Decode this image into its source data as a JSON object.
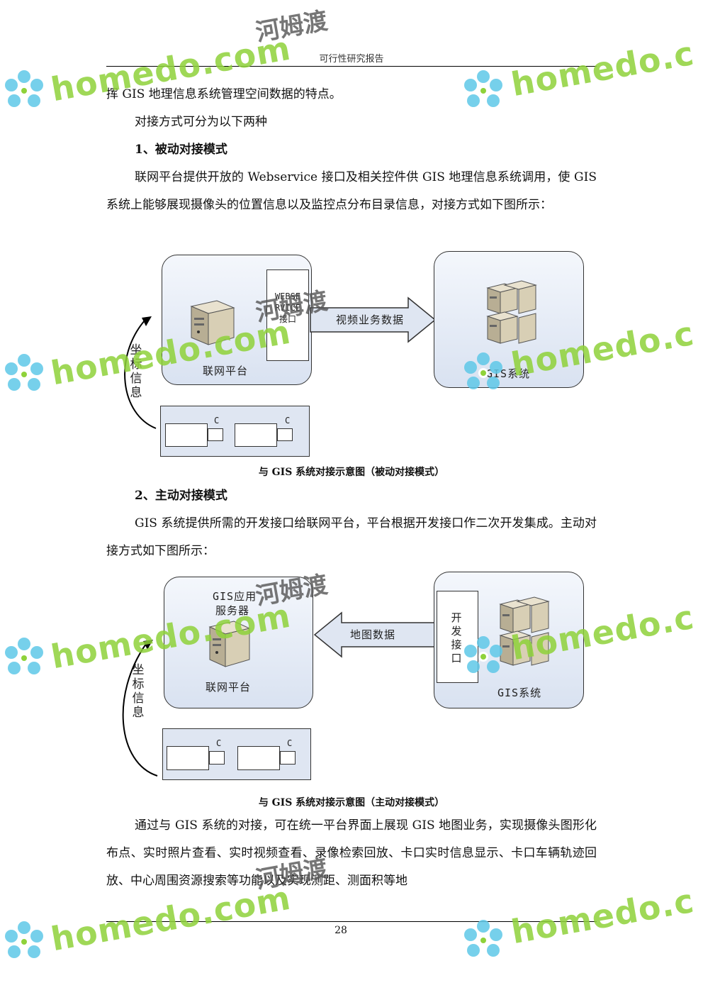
{
  "header": {
    "title": "可行性研究报告"
  },
  "paragraphs": {
    "p1": "挥 GIS 地理信息系统管理空间数据的特点。",
    "p2": "对接方式可分为以下两种",
    "h1": "1、被动对接模式",
    "p3": "联网平台提供开放的 Webservice 接口及相关控件供 GIS 地理信息系统调用，使 GIS 系统上能够展现摄像头的位置信息以及监控点分布目录信息，对接方式如下图所示：",
    "h2": "2、主动对接模式",
    "p4": "GIS 系统提供所需的开发接口给联网平台，平台根据开发接口作二次开发集成。主动对接方式如下图所示：",
    "p5": "通过与 GIS 系统的对接，可在统一平台界面上展现 GIS 地图业务，实现摄像头图形化布点、实时照片查看、实时视频查看、录像检索回放、卡口实时信息显示、卡口车辆轨迹回放、中心周围资源搜索等功能以及实现测距、测面积等地"
  },
  "diagram1": {
    "platform_label": "联网平台",
    "interface_label": "WEBSERVICE接口",
    "arrow_label": "视频业务数据",
    "gis_label": "GIS系统",
    "coord_label": "坐标信息",
    "camera_letter": "C",
    "caption": "与 GIS 系统对接示意图（被动对接模式）"
  },
  "diagram2": {
    "app_server_label_1": "GIS应用",
    "app_server_label_2": "服务器",
    "platform_label": "联网平台",
    "arrow_label": "地图数据",
    "dev_interface_label": "开发接口",
    "gis_label": "GIS系统",
    "coord_label": "坐标信息",
    "camera_letter": "C",
    "caption": "与 GIS 系统对接示意图（主动对接模式）"
  },
  "watermark": {
    "en": "homedo.com",
    "cn": "河姆渡"
  },
  "footer": {
    "page_number": "28"
  }
}
